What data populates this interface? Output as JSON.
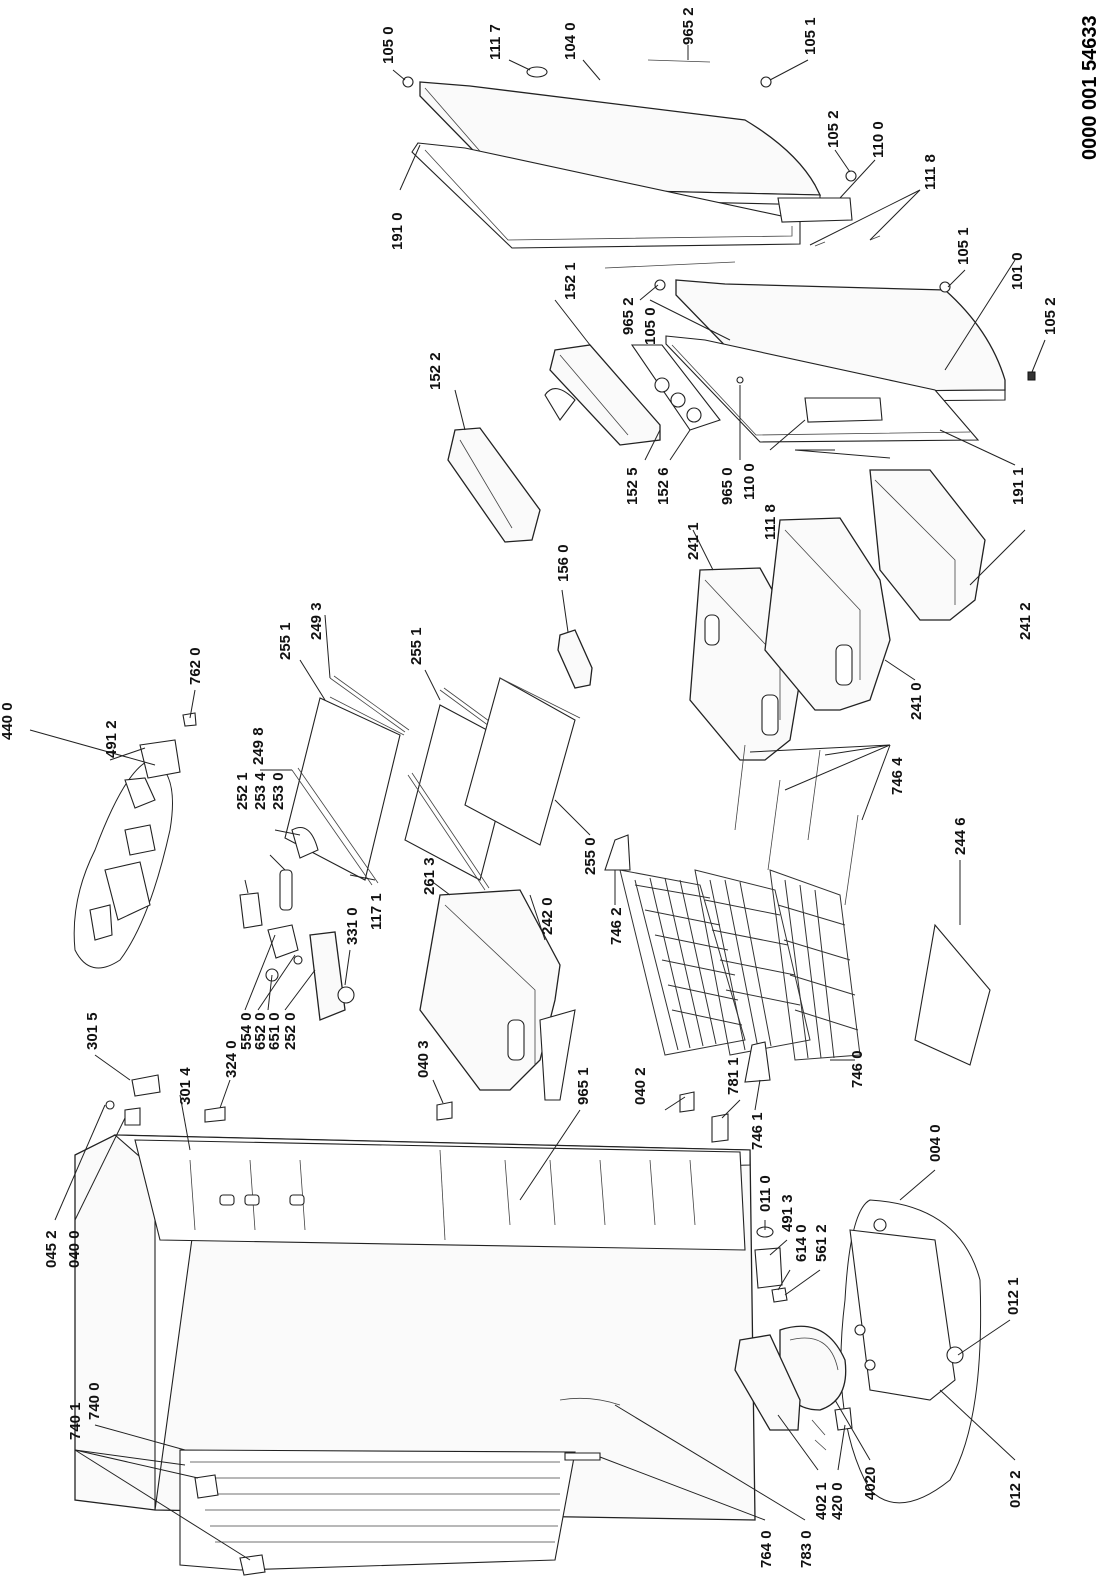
{
  "document_number": "0000 001 54633",
  "part_labels": [
    "105 0",
    "111 7",
    "104 0",
    "965 2",
    "105 1",
    "105 2",
    "110 0",
    "111 8",
    "191 0",
    "105 1",
    "101 0",
    "965 2",
    "105 0",
    "105 2",
    "152 1",
    "152 2",
    "965 0",
    "110 0",
    "111 8",
    "191 1",
    "152 5",
    "152 6",
    "156 0",
    "241 1",
    "241 2",
    "241 0",
    "440 0",
    "491 2",
    "762 0",
    "255 1",
    "249 3",
    "249 8",
    "255 1",
    "252 1",
    "253 4",
    "253 0",
    "255 0",
    "746 4",
    "261 3",
    "242 0",
    "117 1",
    "331 0",
    "554 0",
    "652 0",
    "651 0",
    "252 0",
    "746 2",
    "244 6",
    "301 5",
    "324 0",
    "301 4",
    "040 3",
    "965 1",
    "040 2",
    "781 1",
    "746 1",
    "746 0",
    "045 2",
    "040 0",
    "011 0",
    "491 3",
    "614 0",
    "561 2",
    "004 0",
    "012 1",
    "012 2",
    "4020",
    "402 1",
    "420 0",
    "740 1",
    "740 0",
    "764 0",
    "783 0"
  ]
}
